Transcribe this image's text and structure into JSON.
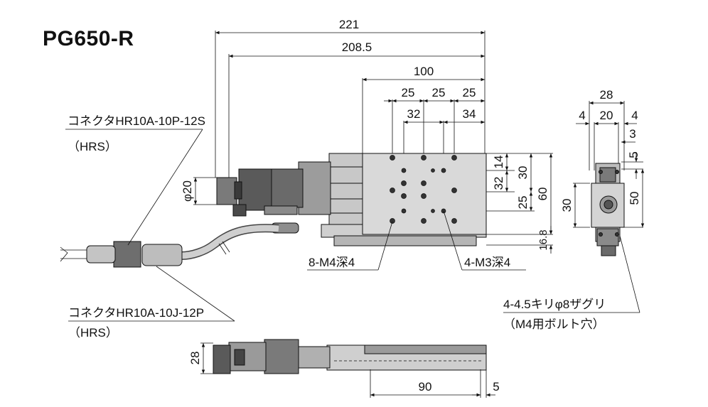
{
  "title": "PG650-R",
  "dims": {
    "d221": "221",
    "d208": "208.5",
    "d100": "100",
    "d25a": "25",
    "d25b": "25",
    "d25c": "25",
    "d32": "32",
    "d34": "34",
    "d14": "14",
    "d32v": "32",
    "d30v": "30",
    "d60v": "60",
    "d25v": "25",
    "d16_8": "16.8",
    "phi20": "φ20",
    "side_28": "28",
    "side_4a": "4",
    "side_20": "20",
    "side_4b": "4",
    "side_3": "3",
    "side_5": "5",
    "side_30": "30",
    "side_50": "50",
    "bot_28": "28",
    "bot_90": "90",
    "bot_5": "5"
  },
  "callouts": {
    "conn1_name": "コネクタHR10A-10P-12S",
    "conn1_maker": "（HRS）",
    "conn2_name": "コネクタHR10A-10J-12P",
    "conn2_maker": "（HRS）",
    "tap_m4": "8-M4深4",
    "tap_m3": "4-M3深4",
    "hole_spec": "4-4.5キリφ8ザグリ",
    "hole_note": "（M4用ボルト穴）"
  }
}
